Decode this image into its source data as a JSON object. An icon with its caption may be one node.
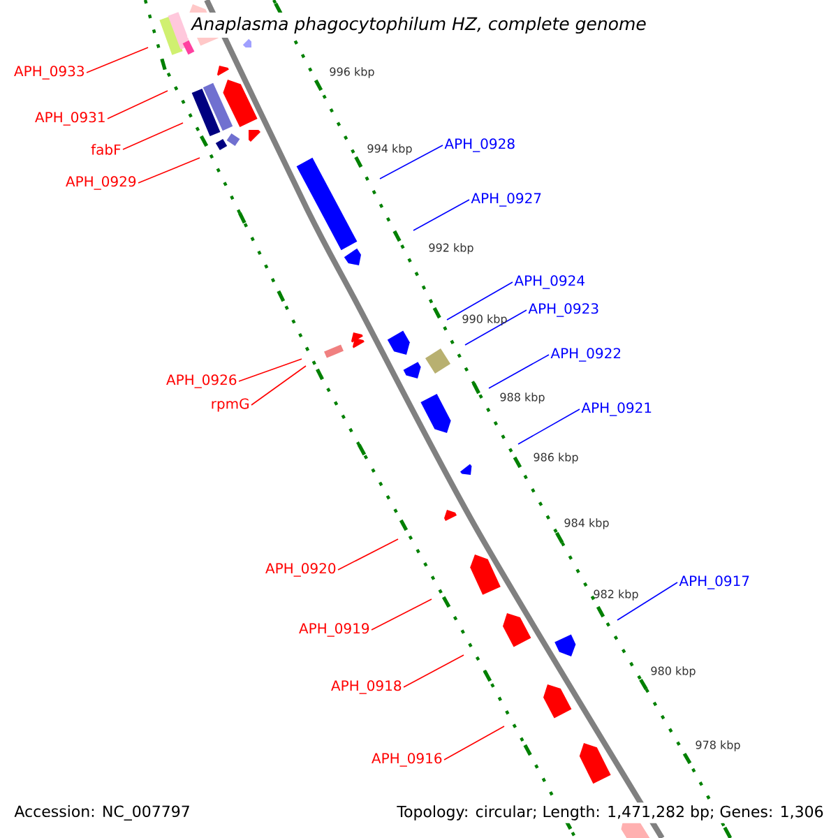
{
  "diagram": {
    "title": "Anaplasma phagocytophilum HZ, complete genome",
    "nodes": [
      {
        "text": [
          "APH_0933"
        ]
      },
      {
        "text": [
          "APH_0931"
        ]
      },
      {
        "text": [
          "fabF"
        ]
      },
      {
        "text": [
          "APH_0929"
        ]
      },
      {
        "text": [
          "APH_0928"
        ]
      },
      {
        "text": [
          "APH_0927"
        ]
      },
      {
        "text": [
          "APH_0924"
        ]
      },
      {
        "text": [
          "APH_0923"
        ]
      },
      {
        "text": [
          "APH_0922"
        ]
      },
      {
        "text": [
          "APH_0926"
        ]
      },
      {
        "text": [
          "rpmG"
        ]
      },
      {
        "text": [
          "APH_0921"
        ]
      },
      {
        "text": [
          "APH_0920"
        ]
      },
      {
        "text": [
          "APH_0917"
        ]
      },
      {
        "text": [
          "APH_0919"
        ]
      },
      {
        "text": [
          "APH_0918"
        ]
      },
      {
        "text": [
          "APH_0916"
        ]
      }
    ],
    "edges": [
      {
        "from": 0,
        "to": null,
        "arrow": "none"
      },
      {
        "from": 1,
        "to": null,
        "arrow": "none"
      },
      {
        "from": 2,
        "to": null,
        "arrow": "none"
      },
      {
        "from": 3,
        "to": null,
        "arrow": "none"
      },
      {
        "from": 4,
        "to": null,
        "arrow": "none",
        "color": "#0000ff"
      },
      {
        "from": 5,
        "to": null,
        "arrow": "none",
        "color": "#0000ff"
      },
      {
        "from": 6,
        "to": null,
        "arrow": "none",
        "color": "#0000ff"
      },
      {
        "from": 7,
        "to": null,
        "arrow": "none",
        "color": "#0000ff"
      },
      {
        "from": 8,
        "to": null,
        "arrow": "none",
        "color": "#0000ff"
      },
      {
        "from": 9,
        "to": null,
        "arrow": "none"
      },
      {
        "from": 10,
        "to": null,
        "arrow": "none"
      },
      {
        "from": 11,
        "to": null,
        "arrow": "none",
        "color": "#0000ff"
      },
      {
        "from": 12,
        "to": null,
        "arrow": "none"
      },
      {
        "from": 13,
        "to": null,
        "arrow": "none",
        "color": "#0000ff"
      },
      {
        "from": 14,
        "to": null,
        "arrow": "none"
      },
      {
        "from": 15,
        "to": null,
        "arrow": "none"
      },
      {
        "from": 16,
        "to": null,
        "arrow": "none"
      }
    ],
    "labels": [
      "996 kbp",
      "994 kbp",
      "992 kbp",
      "990 kbp",
      "988 kbp",
      "986 kbp",
      "984 kbp",
      "982 kbp",
      "980 kbp",
      "978 kbp",
      "Accession: NC_007797",
      "Topology: circular; Length: 1,471,282 bp; Genes: 1,306"
    ]
  }
}
